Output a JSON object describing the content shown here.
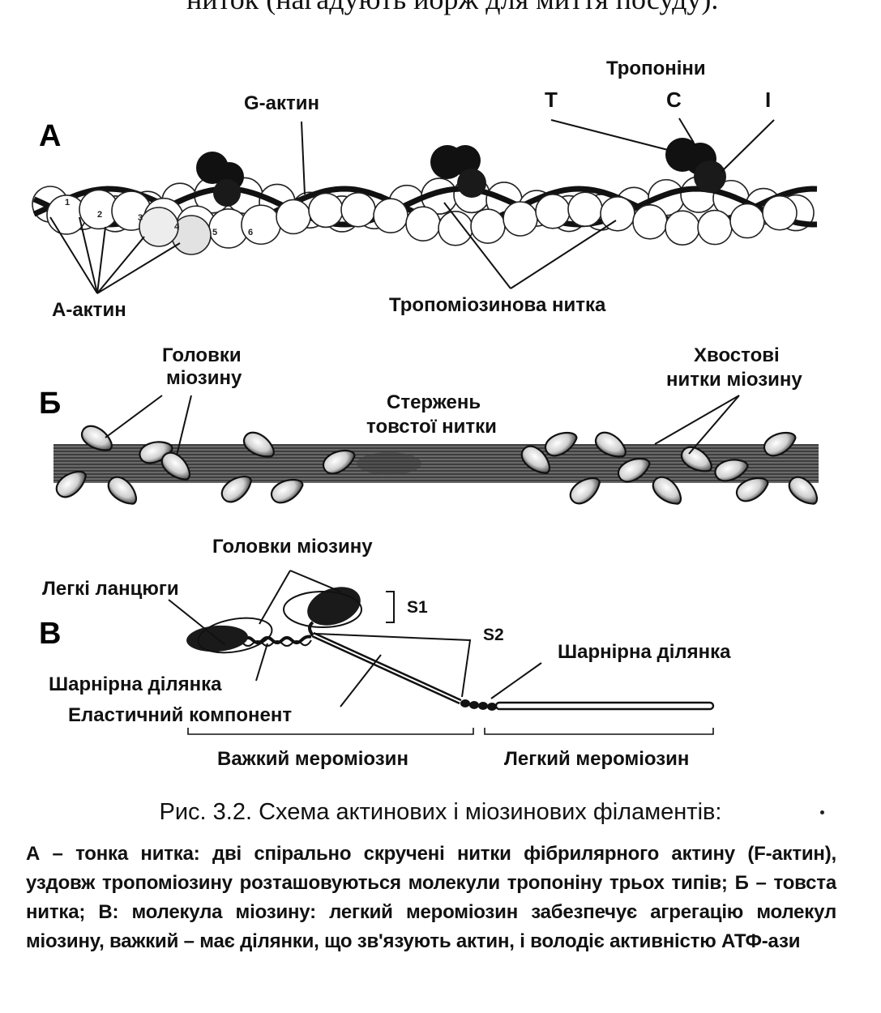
{
  "top_text": "ниток (нагадують йорж для миття посуду).",
  "panel_a": {
    "letter": "А",
    "g_actin": "G-актин",
    "troponins": "Тропоніни",
    "troponin_t": "T",
    "troponin_c": "C",
    "troponin_i": "I",
    "a_actin": "А-актин",
    "tropomyosin": "Тропоміозинова нитка",
    "monomer_numbers": [
      "1",
      "2",
      "3",
      "4",
      "5",
      "6"
    ]
  },
  "panel_b": {
    "letter": "Б",
    "heads_line1": "Головки",
    "heads_line2": "міозину",
    "rod_line1": "Стержень",
    "rod_line2": "товстої нитки",
    "tails_line1": "Хвостові",
    "tails_line2": "нитки міозину"
  },
  "panel_c": {
    "letter": "В",
    "heads": "Головки міозину",
    "light_chains": "Легкі ланцюги",
    "s1": "S1",
    "s2": "S2",
    "hinge_right": "Шарнірна ділянка",
    "hinge_left": "Шарнірна ділянка",
    "elastic": "Еластичний компонент",
    "heavy": "Важкий мероміозин",
    "light": "Легкий мероміозин"
  },
  "caption": {
    "title": "Рис. 3.2. Схема актинових і міозинових філаментів:",
    "description": "А – тонка нитка: дві спірально скручені нитки фібрилярного актину (F-актин), уздовж тропоміозину розташовуються молекули тропоніну трьох типів; Б – товста нитка; В: молекула міозину: легкий мероміозин забезпечує агрегацію молекул міозину, важкий – має ділянки, що зв'язують актин, і володіє активністю АТФ-ази"
  },
  "colors": {
    "ink": "#111111",
    "rod": "#4a4a4a",
    "paper": "#ffffff"
  }
}
